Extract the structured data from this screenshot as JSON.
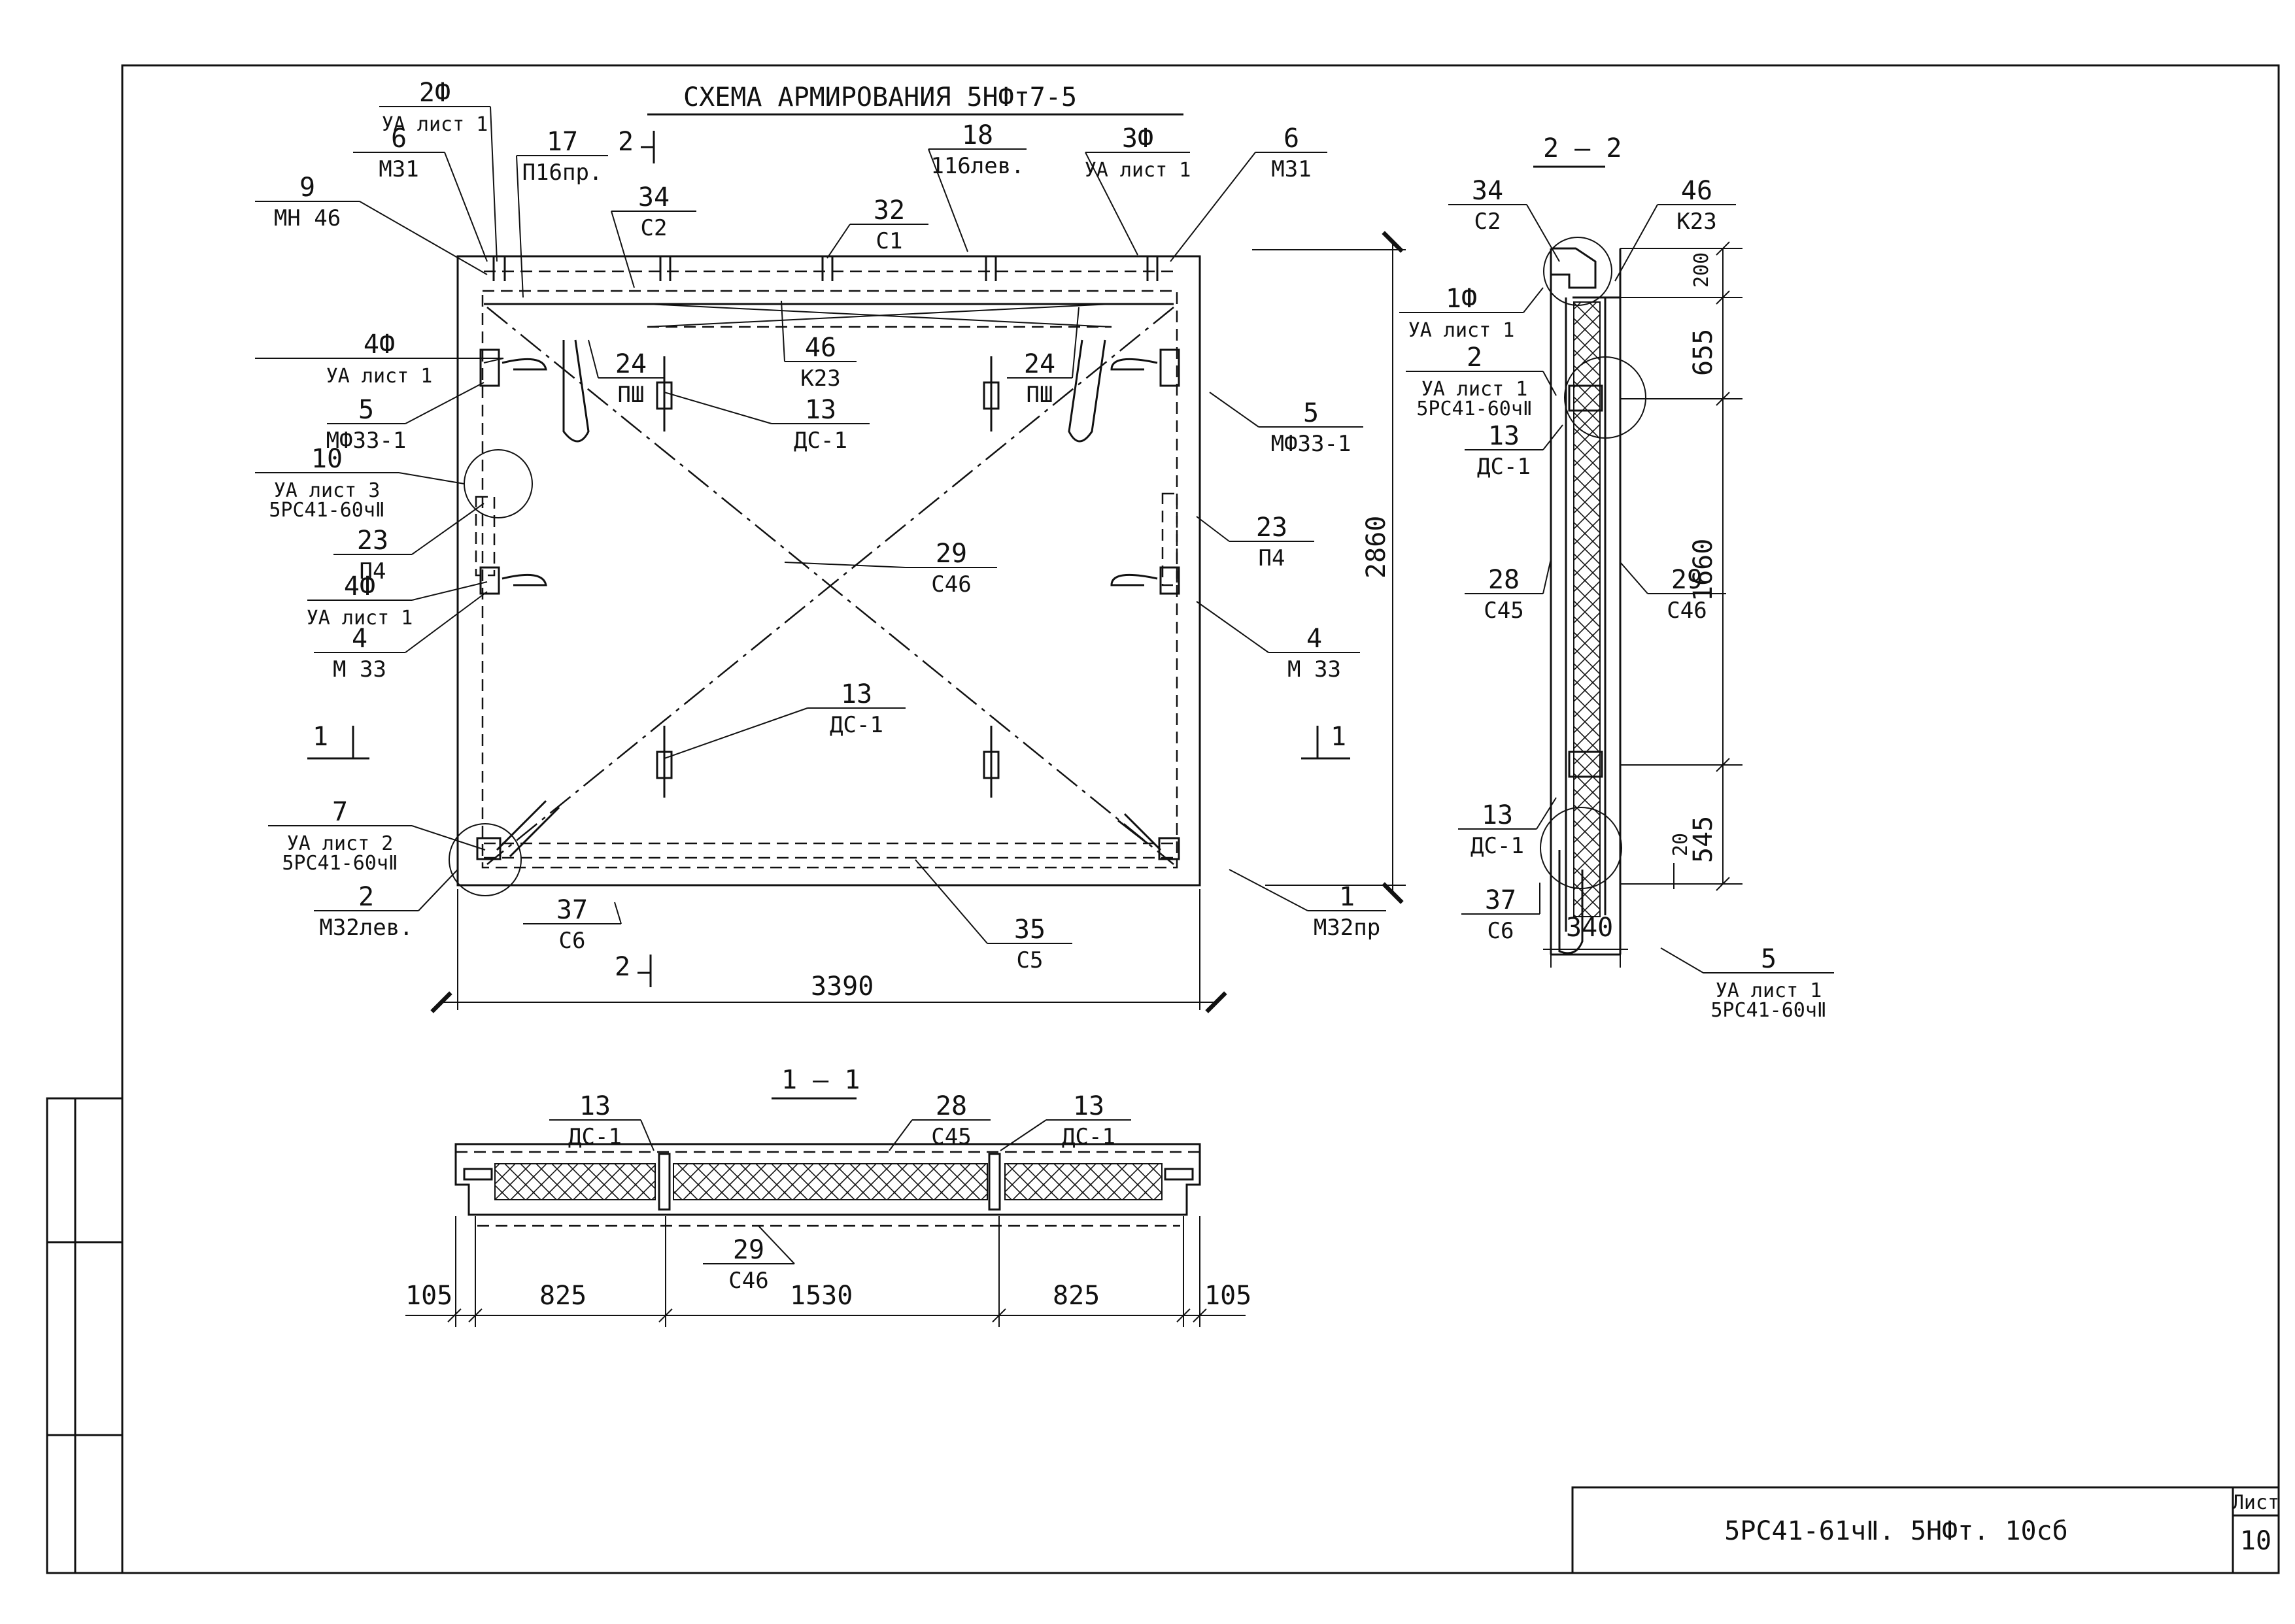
{
  "drawing": {
    "title": "СХЕМА  АРМИРОВАНИЯ 5НФт7-5",
    "titleblock": {
      "code": "5РС41-61чⅡ. 5НФт. 10сб",
      "sheet_label": "Лист",
      "sheet_number": "10"
    },
    "plan": {
      "section_marks": {
        "s1": "1",
        "s2": "2"
      },
      "overall_width": "3390",
      "overall_height": "2860",
      "callouts": [
        {
          "num": "2Ф",
          "ref": "УА лист 1"
        },
        {
          "num": "6",
          "ref": "М31"
        },
        {
          "num": "9",
          "ref": "МН 46"
        },
        {
          "num": "17",
          "ref": "П16пр."
        },
        {
          "num": "34",
          "ref": "С2"
        },
        {
          "num": "32",
          "ref": "С1"
        },
        {
          "num": "18",
          "ref": "116лев."
        },
        {
          "num": "3Ф",
          "ref": "УА лист 1"
        },
        {
          "num": "6",
          "ref": "М31"
        },
        {
          "num": "4Ф",
          "ref": "УА лист 1"
        },
        {
          "num": "5",
          "ref": "МФ33-1"
        },
        {
          "num": "24",
          "ref": "ПШ"
        },
        {
          "num": "46",
          "ref": "К23"
        },
        {
          "num": "13",
          "ref": "ДС-1"
        },
        {
          "num": "24",
          "ref": "ПШ"
        },
        {
          "num": "5",
          "ref": "МФ33-1"
        },
        {
          "num": "10",
          "ref": "УА лист 3",
          "ref2": "5РС41-60чⅡ"
        },
        {
          "num": "23",
          "ref": "П4"
        },
        {
          "num": "23",
          "ref": "П4"
        },
        {
          "num": "4Ф",
          "ref": "УА лист 1"
        },
        {
          "num": "4",
          "ref": "М 33"
        },
        {
          "num": "29",
          "ref": "С46"
        },
        {
          "num": "4",
          "ref": "М 33"
        },
        {
          "num": "13",
          "ref": "ДС-1"
        },
        {
          "num": "7",
          "ref": "УА лист 2",
          "ref2": "5РС41-60чⅡ"
        },
        {
          "num": "2",
          "ref": "М32лев."
        },
        {
          "num": "37",
          "ref": "С6"
        },
        {
          "num": "35",
          "ref": "С5"
        },
        {
          "num": "1",
          "ref": "М32пр"
        }
      ]
    },
    "section22": {
      "title": "2 – 2",
      "dims": [
        "200",
        "655",
        "1660",
        "545",
        "20",
        "340"
      ],
      "callouts": [
        {
          "num": "34",
          "ref": "С2"
        },
        {
          "num": "46",
          "ref": "К23"
        },
        {
          "num": "1Ф",
          "ref": "УА лист 1"
        },
        {
          "num": "2",
          "ref": "УА лист 1",
          "ref2": "5РС41-60чⅡ"
        },
        {
          "num": "13",
          "ref": "ДС-1"
        },
        {
          "num": "28",
          "ref": "С45"
        },
        {
          "num": "29",
          "ref": "С46"
        },
        {
          "num": "13",
          "ref": "ДС-1"
        },
        {
          "num": "37",
          "ref": "С6"
        },
        {
          "num": "5",
          "ref": "УА лист 1",
          "ref2": "5РС41-60чⅡ"
        }
      ]
    },
    "section11": {
      "title": "1 – 1",
      "dims": [
        "105",
        "825",
        "1530",
        "825",
        "105"
      ],
      "callouts": [
        {
          "num": "13",
          "ref": "ДС-1"
        },
        {
          "num": "28",
          "ref": "С45"
        },
        {
          "num": "13",
          "ref": "ДС-1"
        },
        {
          "num": "29",
          "ref": "С46"
        }
      ]
    }
  }
}
